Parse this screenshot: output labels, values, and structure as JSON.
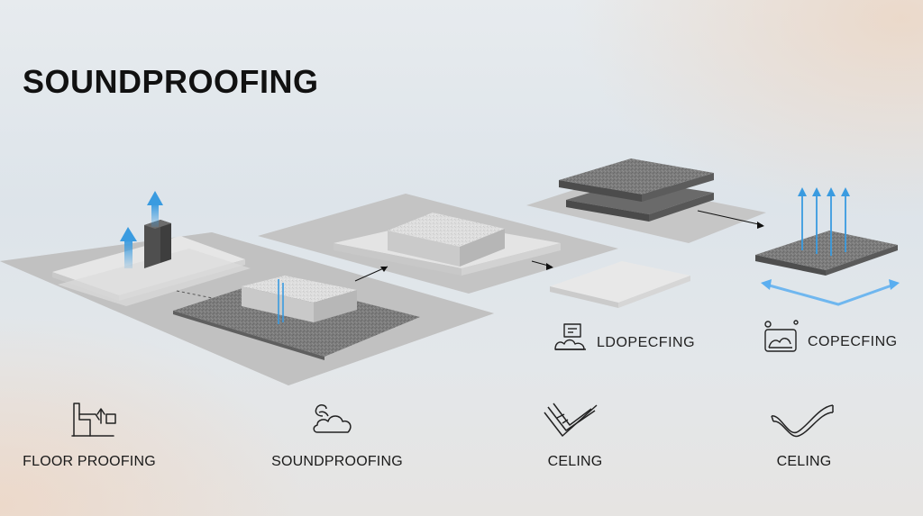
{
  "title": "SOUNDPROOFING",
  "side_labels": [
    {
      "text": "LDOPECFING",
      "icon": "layered-landscape-icon"
    },
    {
      "text": "COPECFING",
      "icon": "cloud-scene-icon"
    }
  ],
  "bottom_labels": [
    {
      "text": "FLOOR PROOFING",
      "icon": "floor-person-icon"
    },
    {
      "text": "SOUNDPROOFING",
      "icon": "cloud-wave-icon"
    },
    {
      "text": "CELING",
      "icon": "layers-ribbon-icon"
    },
    {
      "text": "CELING",
      "icon": "wave-ribbon-icon"
    }
  ],
  "colors": {
    "accent_blue": "#3a9be0",
    "panel_dark": "#7a7a7a",
    "panel_light": "#dcdcdc"
  }
}
